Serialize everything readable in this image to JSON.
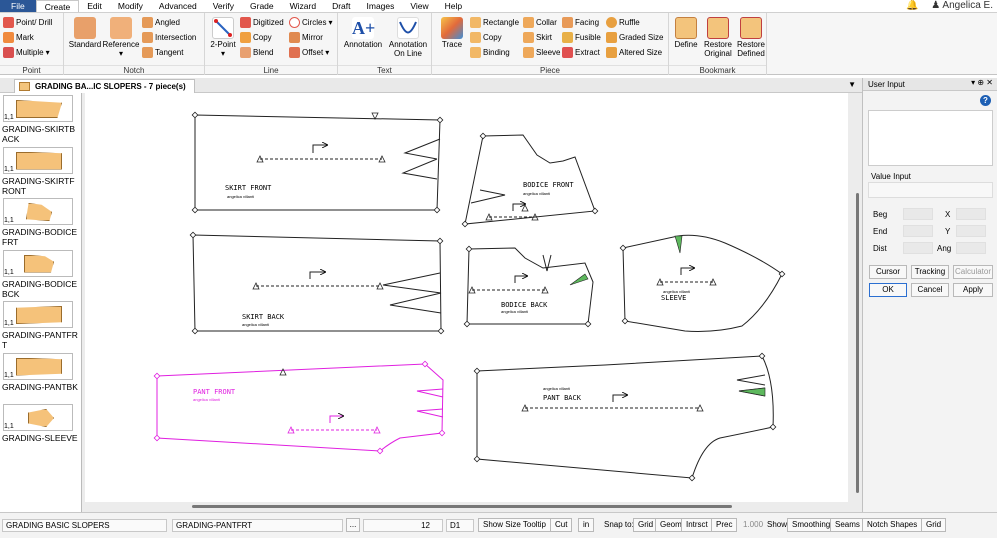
{
  "menubar": {
    "items": [
      "File",
      "Create",
      "Edit",
      "Modify",
      "Advanced",
      "Verify",
      "Grade",
      "Wizard",
      "Draft",
      "Images",
      "View",
      "Help"
    ],
    "user": "Angelica E."
  },
  "ribbon": {
    "point": {
      "name": "Point",
      "items": [
        "Point/ Drill",
        "Mark",
        "Multiple"
      ]
    },
    "notch": {
      "name": "Notch",
      "standard": "Standard",
      "reference": "Reference",
      "items": [
        "Angled",
        "Intersection",
        "Tangent"
      ]
    },
    "line": {
      "name": "Line",
      "two_point": "2-Point",
      "col1": [
        "Digitized",
        "Copy",
        "Blend"
      ],
      "col2": [
        "Circles",
        "Mirror",
        "Offset"
      ]
    },
    "text": {
      "name": "Text",
      "annotation": "Annotation",
      "annotation_on_line": "Annotation On Line"
    },
    "piece": {
      "name": "Piece",
      "trace": "Trace",
      "col1": [
        "Rectangle",
        "Copy",
        "Binding"
      ],
      "col2": [
        "Collar",
        "Skirt",
        "Sleeve"
      ],
      "col3": [
        "Facing",
        "Fusible",
        "Extract"
      ],
      "col4": [
        "Ruffle",
        "Graded Size",
        "Altered Size"
      ]
    },
    "bookmark": {
      "name": "Bookmark",
      "define": "Define",
      "restore_original": "Restore Original",
      "restore_defined": "Restore Defined"
    }
  },
  "tab": {
    "label": "GRADING BA...IC SLOPERS  -  7 piece(s)"
  },
  "pieces": [
    {
      "qty": "1,1",
      "name": "GRADING-SKIRTBACK"
    },
    {
      "qty": "1,1",
      "name": "GRADING-SKIRTFRONT"
    },
    {
      "qty": "1,1",
      "name": "GRADING-BODICEFRT"
    },
    {
      "qty": "1,1",
      "name": "GRADING-BODICEBCK"
    },
    {
      "qty": "1,1",
      "name": "GRADING-PANTFRT"
    },
    {
      "qty": "1,1",
      "name": "GRADING-PANTBK"
    },
    {
      "qty": "1,1",
      "name": "GRADING-SLEEVE"
    }
  ],
  "canvas": {
    "skirt_front": {
      "label": "SKIRT FRONT",
      "author": "angelica villanti"
    },
    "skirt_back": {
      "label": "SKIRT BACK",
      "author": "angelica villanti"
    },
    "bodice_front": {
      "label": "BODICE FRONT",
      "author": "angelica villanti"
    },
    "bodice_back": {
      "label": "BODICE BACK",
      "author": "angelica villanti"
    },
    "sleeve": {
      "label": "SLEEVE",
      "author": "angelica villanti"
    },
    "pant_front": {
      "label": "PANT FRONT",
      "author": "angelica villanti"
    },
    "pant_back": {
      "label": "PANT BACK",
      "author": "angelica villanti"
    }
  },
  "panel": {
    "title": "User Input",
    "value_input": "Value Input",
    "beg": "Beg",
    "x": "X",
    "end": "End",
    "y": "Y",
    "dist": "Dist",
    "ang": "Ang",
    "cursor": "Cursor",
    "tracking": "Tracking",
    "calculator": "Calculator",
    "ok": "OK",
    "cancel": "Cancel",
    "apply": "Apply"
  },
  "status": {
    "model": "GRADING BASIC SLOPERS",
    "piece": "GRADING-PANTFRT",
    "ellipsis": "...",
    "size": "12",
    "layer": "D1",
    "show_size_tooltip": "Show Size Tooltip",
    "cut": "Cut",
    "units": "in",
    "snap_to": "Snap to:",
    "grid": "Grid",
    "geom": "Geom",
    "intrsct": "Intrsct",
    "prec": "Prec",
    "prec_value": "1.000",
    "show": "Show:",
    "smoothing": "Smoothing",
    "seams": "Seams",
    "notch_shapes": "Notch Shapes",
    "grid2": "Grid"
  },
  "colors": {
    "selected_piece": "#e020e0",
    "ribbon_bg": "#f6f6f6",
    "file_tab": "#2b5797"
  }
}
